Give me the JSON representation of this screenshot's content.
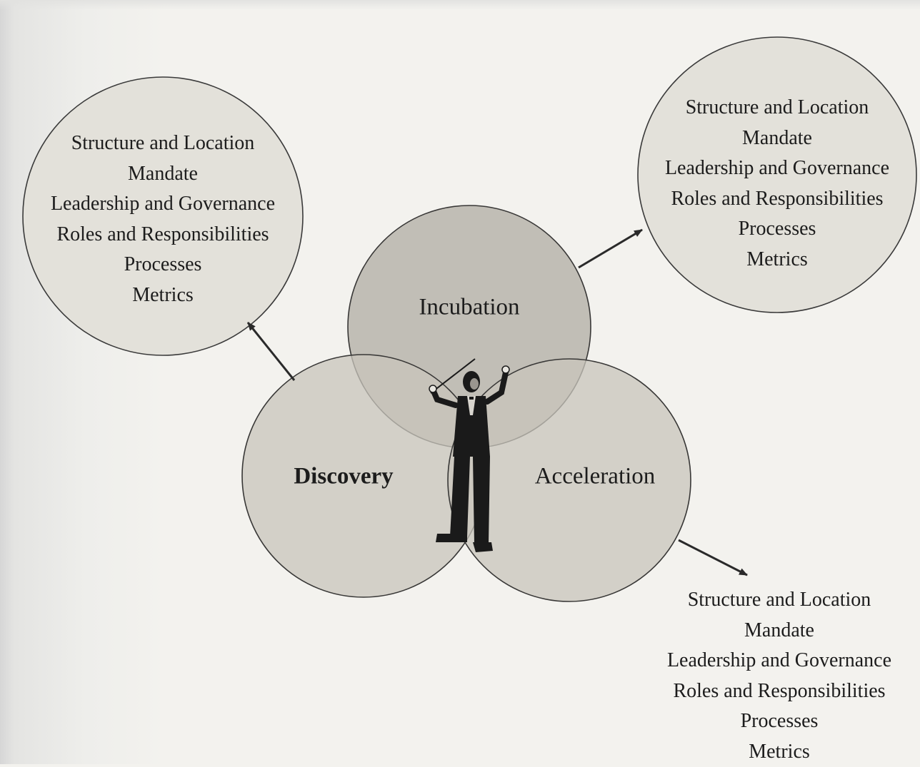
{
  "diagram": {
    "lobes": [
      {
        "id": "incubation",
        "label": "Incubation"
      },
      {
        "id": "discovery",
        "label": "Discovery"
      },
      {
        "id": "acceleration",
        "label": "Acceleration"
      }
    ],
    "outcome_lists": [
      {
        "id": "left-circle",
        "items": [
          "Structure and Location",
          "Mandate",
          "Leadership and Governance",
          "Roles and Responsibilities",
          "Processes",
          "Metrics"
        ]
      },
      {
        "id": "right-circle",
        "items": [
          "Structure and Location",
          "Mandate",
          "Leadership and Governance",
          "Roles and Responsibilities",
          "Processes",
          "Metrics"
        ]
      },
      {
        "id": "bottom-list",
        "items": [
          "Structure and Location",
          "Mandate",
          "Leadership and Governance",
          "Roles and Responsibilities",
          "Processes",
          "Metrics"
        ]
      }
    ],
    "central_figure": "orchestra-conductor",
    "colors": {
      "lobe_fill": "#aaa69f",
      "outer_circle_fill": "#e3e1da",
      "stroke": "#3a3a3a",
      "figure": "#1a1a1a"
    }
  }
}
